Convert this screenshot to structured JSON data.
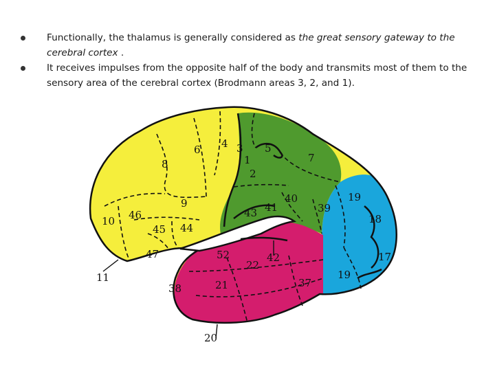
{
  "bullets": [
    {
      "text_before": "Functionally, the thalamus is generally considered as ",
      "emphasis": "the great sensory gateway to the cerebral cortex",
      "text_after": " ."
    },
    {
      "text": "It receives impulses from the opposite half of the body and transmits most of them to the sensory area of the cerebral cortex (Brodmann areas 3, 2, and 1)."
    }
  ],
  "diagram": {
    "colors": {
      "frontal": "#f5ee3c",
      "parietal": "#4f9a2e",
      "temporal": "#d41d6d",
      "occipital": "#1aa6dc",
      "outline": "#111111"
    },
    "area_labels": {
      "a4": "4",
      "a6": "6",
      "a8": "8",
      "a9": "9",
      "a10": "10",
      "a11": "11",
      "a46": "46",
      "a45": "45",
      "a44": "44",
      "a47": "47",
      "a3": "3",
      "a1": "1",
      "a2": "2",
      "a5": "5",
      "a7": "7",
      "a43": "43",
      "a41": "41",
      "a40": "40",
      "a39": "39",
      "a19a": "19",
      "a18": "18",
      "a17": "17",
      "a19b": "19",
      "a52": "52",
      "a22": "22",
      "a42": "42",
      "a38": "38",
      "a21": "21",
      "a37": "37",
      "a20": "20"
    }
  }
}
